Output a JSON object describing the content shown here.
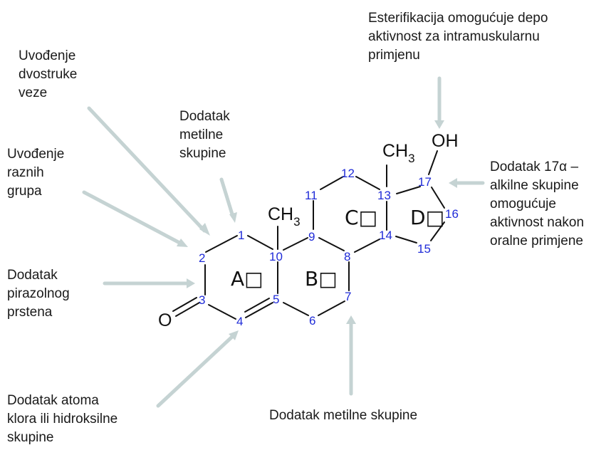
{
  "annotations": {
    "double_bond": "Uvođenje\ndvostruke\nveze",
    "various_groups": "Uvođenje\nraznih\ngrupa",
    "pyrazole": "Dodatak\npirazolnog\nprstena",
    "chlorine_hydroxyl": "Dodatak atoma\nklora ili hidroksilne\nskupine",
    "methyl_c1": "Dodatak\nmetilne\nskupine",
    "methyl_c7": "Dodatak metilne skupine",
    "esterification": "Esterifikacija omogućuje depo\naktivnost za intramuskularnu\nprimjenu",
    "alkyl_17": "Dodatak 17α –\nalkilne skupine\nomogućuje\naktivnost nakon\noralne primjene"
  },
  "molecule": {
    "oxygen": "O",
    "hydroxyl": "OH",
    "methyl_ch": "CH",
    "methyl_sub": "3",
    "ring_a": "A⁠",
    "ring_b": "B",
    "ring_c": "C",
    "ring_d": "D",
    "ring_glyph": "□",
    "positions": [
      "1",
      "2",
      "3",
      "4",
      "5",
      "6",
      "7",
      "8",
      "9",
      "10",
      "11",
      "12",
      "13",
      "14",
      "15",
      "16",
      "17"
    ]
  },
  "colors": {
    "position_numbers": "#1f2bd8",
    "arrows": "#c5d3d3",
    "bonds": "#111111"
  }
}
